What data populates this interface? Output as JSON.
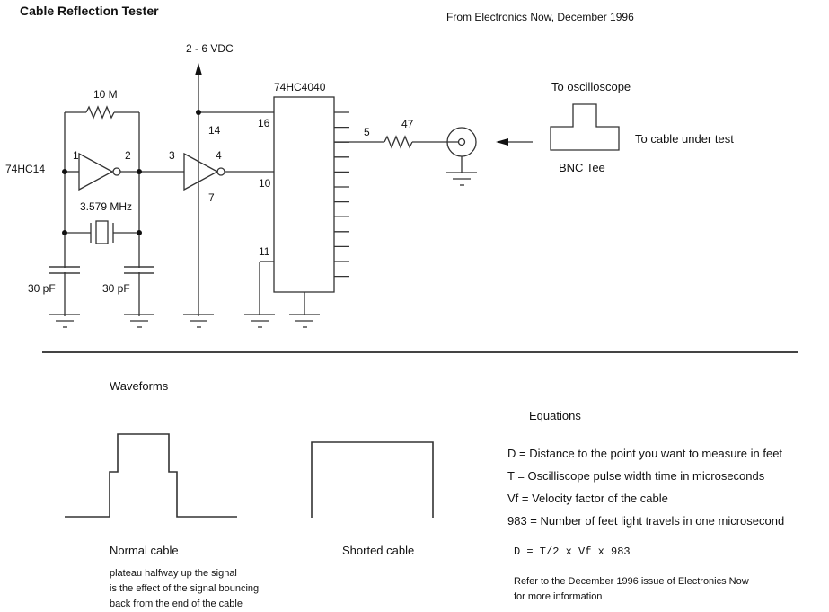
{
  "header": {
    "title": "Cable Reflection Tester",
    "source": "From Electronics Now, December 1996"
  },
  "schematic": {
    "supply_label": "2 - 6 VDC",
    "feedback_resistor": "10 M",
    "inverter_chip": "74HC14",
    "crystal": "3.579 MHz",
    "cap_left": "30 pF",
    "cap_right": "30 pF",
    "counter_chip": "74HC4040",
    "output_resistor": "47",
    "pins": {
      "inv1_in": "1",
      "inv1_out": "2",
      "inv2_in": "3",
      "inv2_out": "4",
      "vcc": "14",
      "gnd": "7",
      "counter_vcc": "16",
      "counter_clk": "10",
      "counter_reset": "11",
      "counter_out": "5"
    },
    "bnc": {
      "top_label": "To oscilloscope",
      "side_label": "To cable under test",
      "bottom_label": "BNC Tee"
    }
  },
  "waveforms": {
    "heading": "Waveforms",
    "normal": {
      "label": "Normal cable",
      "note_lines": [
        "plateau halfway up the signal",
        "is the effect of the signal bouncing",
        "back from the end of the cable"
      ]
    },
    "shorted": {
      "label": "Shorted cable"
    }
  },
  "equations": {
    "heading": "Equations",
    "definitions": [
      "D = Distance to the point you want to measure in feet",
      "T = Oscilliscope pulse width time in microseconds",
      "Vf = Velocity factor of the cable",
      "983 = Number of feet light travels in one microsecond"
    ],
    "formula": "D = T/2 x Vf x 983",
    "reference_lines": [
      "Refer to the December 1996 issue of Electronics Now",
      "for more information"
    ]
  }
}
